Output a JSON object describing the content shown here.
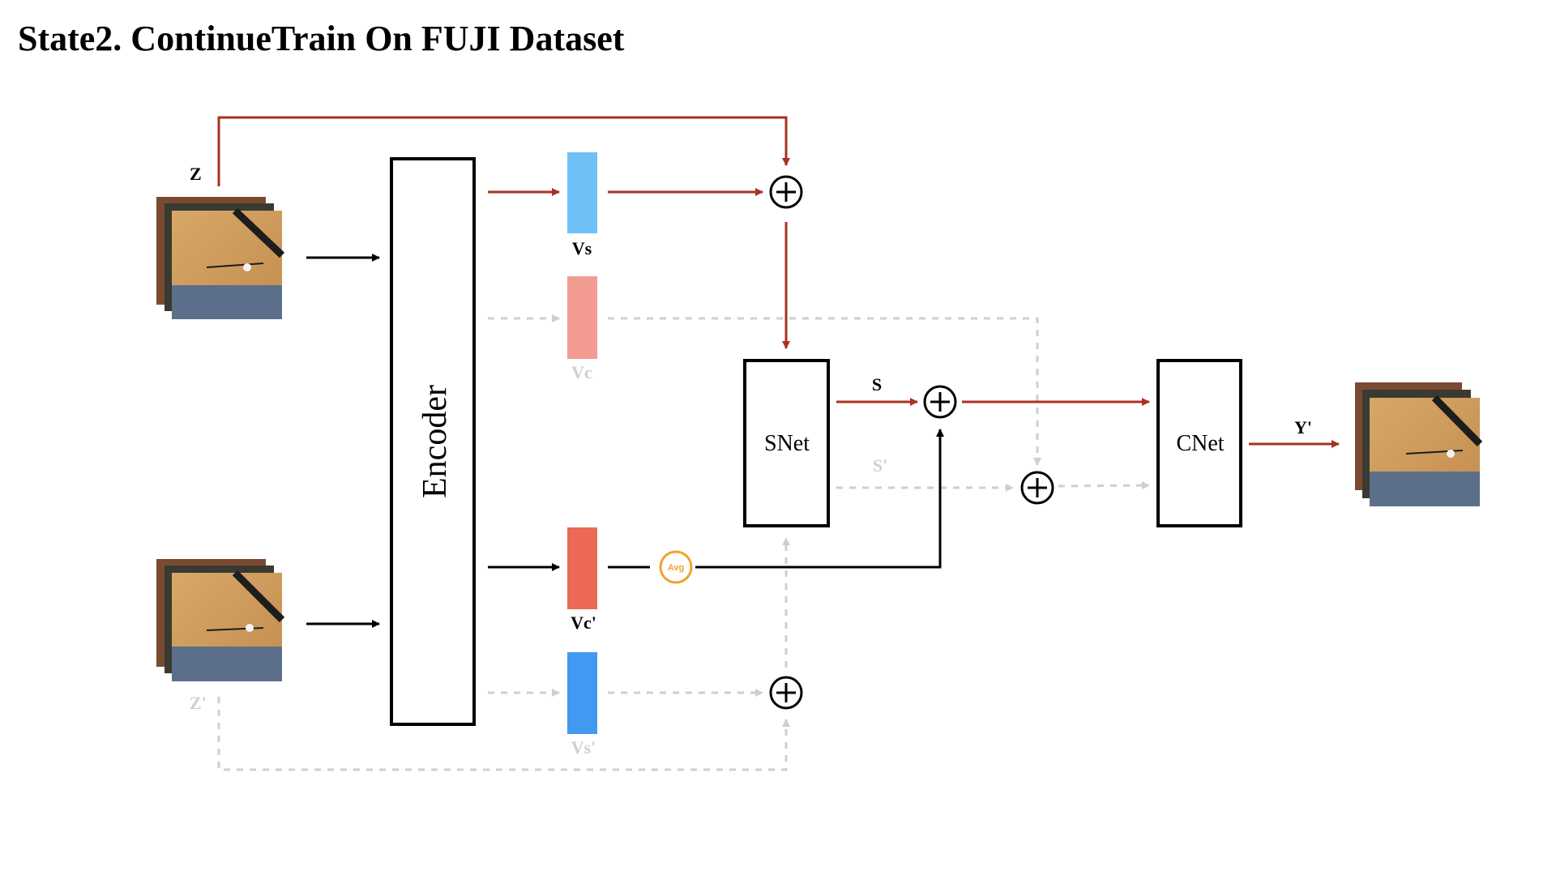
{
  "title": "State2. ContinueTrain On FUJI Dataset",
  "labels": {
    "z": "Z",
    "z_prime": "Z'",
    "encoder": "Encoder",
    "vs": "Vs",
    "vc": "Vc",
    "vc_prime": "Vc'",
    "vs_prime": "Vs'",
    "snet": "SNet",
    "cnet": "CNet",
    "s": "S",
    "s_prime": "S'",
    "y_prime": "Y'",
    "avg": "Avg"
  },
  "colors": {
    "red_flow": "#a9321f",
    "black_flow": "#000000",
    "gray_dashed": "#cfcfcf",
    "vs_bar": "#6ec0f7",
    "vc_bar": "#f19b92",
    "vc_prime_bar": "#ec6a55",
    "vs_prime_bar": "#4299f2",
    "avg_circle": "#f0a330"
  }
}
